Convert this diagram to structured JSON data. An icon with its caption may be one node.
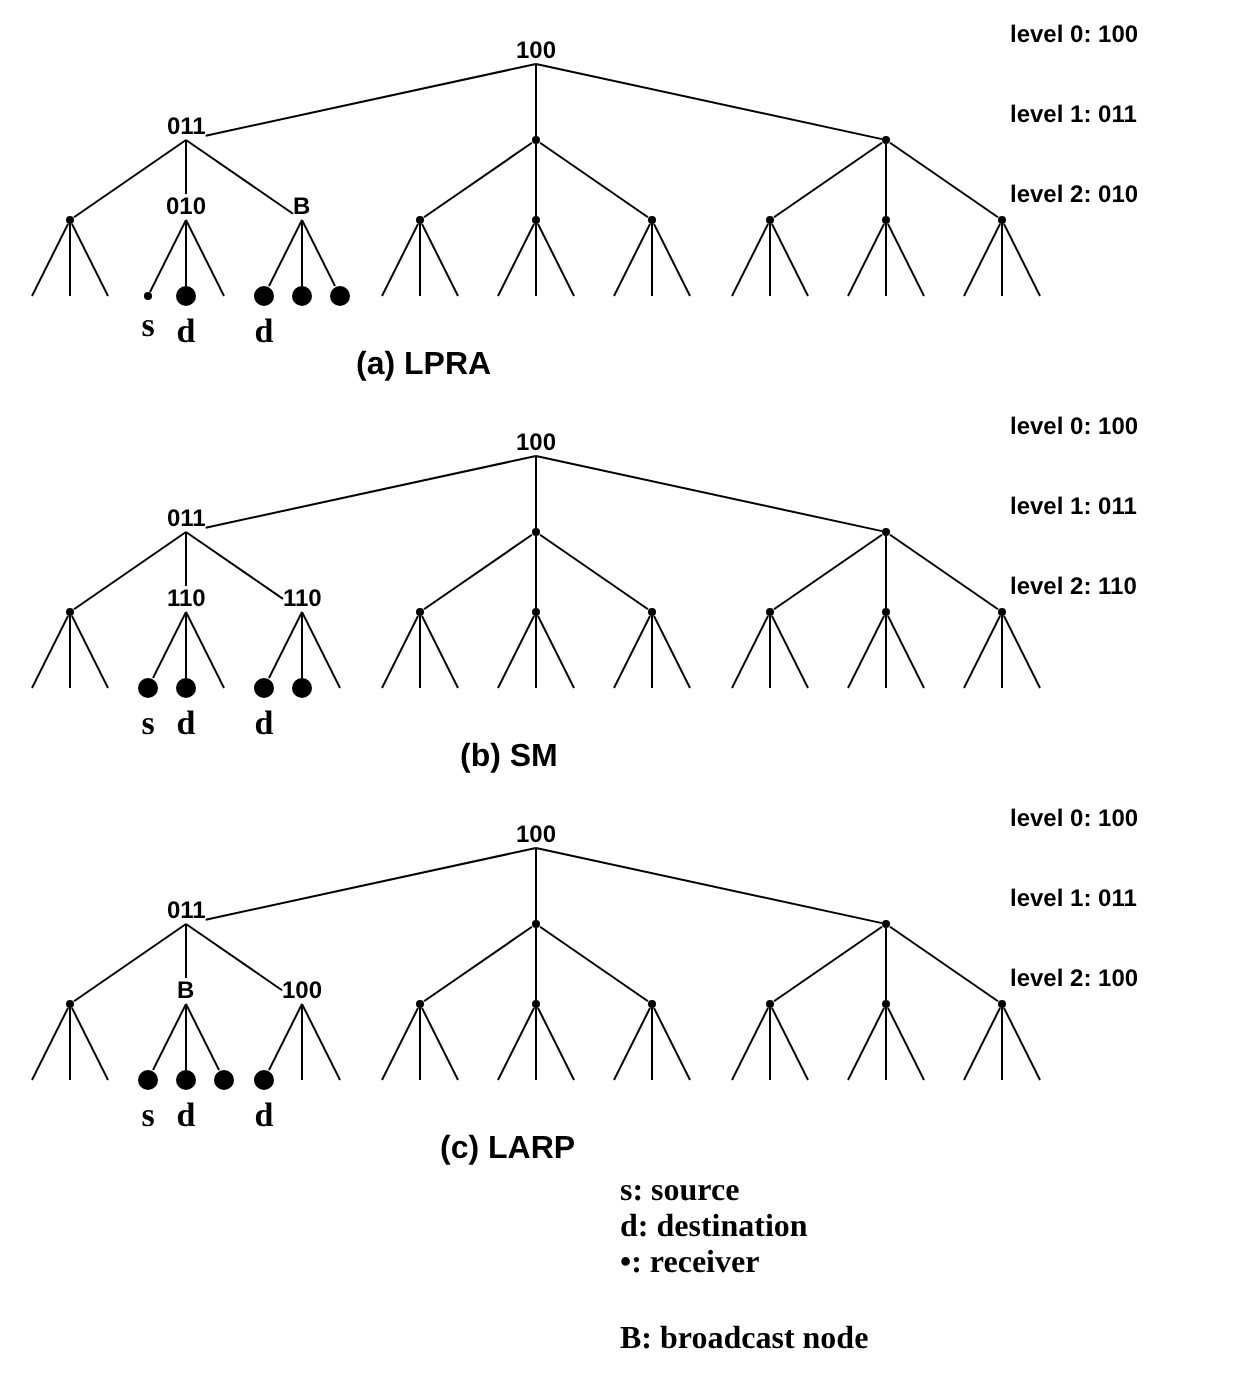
{
  "diagram": {
    "nodes": [
      {
        "text": [
          "100"
        ]
      },
      {
        "text": [
          "011"
        ]
      },
      {
        "text": [],
        "shape": "point"
      },
      {
        "text": [],
        "shape": "point"
      },
      {
        "text": [],
        "shape": "point"
      },
      {
        "text": [
          "010"
        ]
      },
      {
        "text": [
          "B"
        ]
      },
      {
        "text": [],
        "shape": "point"
      },
      {
        "text": [],
        "shape": "point"
      },
      {
        "text": [],
        "shape": "point"
      },
      {
        "text": [],
        "shape": "point"
      },
      {
        "text": [],
        "shape": "point"
      },
      {
        "text": [],
        "shape": "point"
      },
      {
        "text": [],
        "shape": "point",
        "beside": [
          "s"
        ]
      },
      {
        "text": [],
        "shape": "circle",
        "beside": [
          "d"
        ]
      },
      {
        "text": [],
        "shape": "circle",
        "beside": [
          "d"
        ]
      },
      {
        "text": [],
        "shape": "circle"
      },
      {
        "text": [],
        "shape": "circle"
      },
      {
        "text": [
          "100"
        ]
      },
      {
        "text": [
          "011"
        ]
      },
      {
        "text": [],
        "shape": "point"
      },
      {
        "text": [],
        "shape": "point"
      },
      {
        "text": [],
        "shape": "point"
      },
      {
        "text": [
          "110"
        ]
      },
      {
        "text": [
          "110"
        ]
      },
      {
        "text": [],
        "shape": "point"
      },
      {
        "text": [],
        "shape": "point"
      },
      {
        "text": [],
        "shape": "point"
      },
      {
        "text": [],
        "shape": "point"
      },
      {
        "text": [],
        "shape": "point"
      },
      {
        "text": [],
        "shape": "point"
      },
      {
        "text": [],
        "shape": "circle",
        "beside": [
          "s"
        ]
      },
      {
        "text": [],
        "shape": "circle",
        "beside": [
          "d"
        ]
      },
      {
        "text": [],
        "shape": "circle",
        "beside": [
          "d"
        ]
      },
      {
        "text": [],
        "shape": "circle"
      },
      {
        "text": [
          "100"
        ]
      },
      {
        "text": [
          "011"
        ]
      },
      {
        "text": [],
        "shape": "point"
      },
      {
        "text": [],
        "shape": "point"
      },
      {
        "text": [],
        "shape": "point"
      },
      {
        "text": [
          "B"
        ]
      },
      {
        "text": [
          "100"
        ]
      },
      {
        "text": [],
        "shape": "point"
      },
      {
        "text": [],
        "shape": "point"
      },
      {
        "text": [],
        "shape": "point"
      },
      {
        "text": [],
        "shape": "point"
      },
      {
        "text": [],
        "shape": "point"
      },
      {
        "text": [],
        "shape": "point"
      },
      {
        "text": [],
        "shape": "circle",
        "beside": [
          "s"
        ]
      },
      {
        "text": [],
        "shape": "circle",
        "beside": [
          "d"
        ]
      },
      {
        "text": [],
        "shape": "circle"
      },
      {
        "text": [],
        "shape": "circle",
        "beside": [
          "d"
        ]
      }
    ],
    "edges": [
      {
        "from": 0,
        "to": 1,
        "arrow": "none"
      },
      {
        "from": 0,
        "to": 2,
        "arrow": "none"
      },
      {
        "from": 0,
        "to": 3,
        "arrow": "none"
      },
      {
        "from": 1,
        "to": 4,
        "arrow": "none"
      },
      {
        "from": 1,
        "to": 5,
        "arrow": "none"
      },
      {
        "from": 1,
        "to": 6,
        "arrow": "none"
      },
      {
        "from": 2,
        "to": 7,
        "arrow": "none"
      },
      {
        "from": 2,
        "to": 8,
        "arrow": "none"
      },
      {
        "from": 2,
        "to": 9,
        "arrow": "none"
      },
      {
        "from": 3,
        "to": 10,
        "arrow": "none"
      },
      {
        "from": 3,
        "to": 11,
        "arrow": "none"
      },
      {
        "from": 3,
        "to": 12,
        "arrow": "none"
      },
      {
        "from": 4,
        "to": null,
        "arrow": "none"
      },
      {
        "from": 4,
        "to": null,
        "arrow": "none"
      },
      {
        "from": 4,
        "to": null,
        "arrow": "none"
      },
      {
        "from": 5,
        "to": 13,
        "arrow": "none"
      },
      {
        "from": 5,
        "to": 14,
        "arrow": "none"
      },
      {
        "from": 5,
        "to": null,
        "arrow": "none"
      },
      {
        "from": 6,
        "to": 15,
        "arrow": "none"
      },
      {
        "from": 6,
        "to": 16,
        "arrow": "none"
      },
      {
        "from": 6,
        "to": 17,
        "arrow": "none"
      },
      {
        "from": 7,
        "to": null,
        "arrow": "none"
      },
      {
        "from": 7,
        "to": null,
        "arrow": "none"
      },
      {
        "from": 7,
        "to": null,
        "arrow": "none"
      },
      {
        "from": 8,
        "to": null,
        "arrow": "none"
      },
      {
        "from": 8,
        "to": null,
        "arrow": "none"
      },
      {
        "from": 8,
        "to": null,
        "arrow": "none"
      },
      {
        "from": 9,
        "to": null,
        "arrow": "none"
      },
      {
        "from": 9,
        "to": null,
        "arrow": "none"
      },
      {
        "from": 9,
        "to": null,
        "arrow": "none"
      },
      {
        "from": 10,
        "to": null,
        "arrow": "none"
      },
      {
        "from": 10,
        "to": null,
        "arrow": "none"
      },
      {
        "from": 10,
        "to": null,
        "arrow": "none"
      },
      {
        "from": 11,
        "to": null,
        "arrow": "none"
      },
      {
        "from": 11,
        "to": null,
        "arrow": "none"
      },
      {
        "from": 11,
        "to": null,
        "arrow": "none"
      },
      {
        "from": 12,
        "to": null,
        "arrow": "none"
      },
      {
        "from": 12,
        "to": null,
        "arrow": "none"
      },
      {
        "from": 12,
        "to": null,
        "arrow": "none"
      },
      {
        "from": 18,
        "to": 19,
        "arrow": "none"
      },
      {
        "from": 18,
        "to": 20,
        "arrow": "none"
      },
      {
        "from": 18,
        "to": 21,
        "arrow": "none"
      },
      {
        "from": 19,
        "to": 22,
        "arrow": "none"
      },
      {
        "from": 19,
        "to": 23,
        "arrow": "none"
      },
      {
        "from": 19,
        "to": 24,
        "arrow": "none"
      },
      {
        "from": 20,
        "to": 25,
        "arrow": "none"
      },
      {
        "from": 20,
        "to": 26,
        "arrow": "none"
      },
      {
        "from": 20,
        "to": 27,
        "arrow": "none"
      },
      {
        "from": 21,
        "to": 28,
        "arrow": "none"
      },
      {
        "from": 21,
        "to": 29,
        "arrow": "none"
      },
      {
        "from": 21,
        "to": 30,
        "arrow": "none"
      },
      {
        "from": 22,
        "to": null,
        "arrow": "none"
      },
      {
        "from": 22,
        "to": null,
        "arrow": "none"
      },
      {
        "from": 22,
        "to": null,
        "arrow": "none"
      },
      {
        "from": 23,
        "to": 31,
        "arrow": "none"
      },
      {
        "from": 23,
        "to": 32,
        "arrow": "none"
      },
      {
        "from": 23,
        "to": null,
        "arrow": "none"
      },
      {
        "from": 24,
        "to": 33,
        "arrow": "none"
      },
      {
        "from": 24,
        "to": 34,
        "arrow": "none"
      },
      {
        "from": 24,
        "to": null,
        "arrow": "none"
      },
      {
        "from": 25,
        "to": null,
        "arrow": "none"
      },
      {
        "from": 25,
        "to": null,
        "arrow": "none"
      },
      {
        "from": 25,
        "to": null,
        "arrow": "none"
      },
      {
        "from": 26,
        "to": null,
        "arrow": "none"
      },
      {
        "from": 26,
        "to": null,
        "arrow": "none"
      },
      {
        "from": 26,
        "to": null,
        "arrow": "none"
      },
      {
        "from": 27,
        "to": null,
        "arrow": "none"
      },
      {
        "from": 27,
        "to": null,
        "arrow": "none"
      },
      {
        "from": 27,
        "to": null,
        "arrow": "none"
      },
      {
        "from": 28,
        "to": null,
        "arrow": "none"
      },
      {
        "from": 28,
        "to": null,
        "arrow": "none"
      },
      {
        "from": 28,
        "to": null,
        "arrow": "none"
      },
      {
        "from": 29,
        "to": null,
        "arrow": "none"
      },
      {
        "from": 29,
        "to": null,
        "arrow": "none"
      },
      {
        "from": 29,
        "to": null,
        "arrow": "none"
      },
      {
        "from": 30,
        "to": null,
        "arrow": "none"
      },
      {
        "from": 30,
        "to": null,
        "arrow": "none"
      },
      {
        "from": 30,
        "to": null,
        "arrow": "none"
      },
      {
        "from": 35,
        "to": 36,
        "arrow": "none"
      },
      {
        "from": 35,
        "to": 37,
        "arrow": "none"
      },
      {
        "from": 35,
        "to": 38,
        "arrow": "none"
      },
      {
        "from": 36,
        "to": 39,
        "arrow": "none"
      },
      {
        "from": 36,
        "to": 40,
        "arrow": "none"
      },
      {
        "from": 36,
        "to": 41,
        "arrow": "none"
      },
      {
        "from": 37,
        "to": 42,
        "arrow": "none"
      },
      {
        "from": 37,
        "to": 43,
        "arrow": "none"
      },
      {
        "from": 37,
        "to": 44,
        "arrow": "none"
      },
      {
        "from": 38,
        "to": 45,
        "arrow": "none"
      },
      {
        "from": 38,
        "to": 46,
        "arrow": "none"
      },
      {
        "from": 38,
        "to": 47,
        "arrow": "none"
      },
      {
        "from": 39,
        "to": null,
        "arrow": "none"
      },
      {
        "from": 39,
        "to": null,
        "arrow": "none"
      },
      {
        "from": 39,
        "to": null,
        "arrow": "none"
      },
      {
        "from": 40,
        "to": 48,
        "arrow": "none"
      },
      {
        "from": 40,
        "to": 49,
        "arrow": "none"
      },
      {
        "from": 40,
        "to": 50,
        "arrow": "none"
      },
      {
        "from": 41,
        "to": 51,
        "arrow": "none"
      },
      {
        "from": 41,
        "to": null,
        "arrow": "none"
      },
      {
        "from": 41,
        "to": null,
        "arrow": "none"
      },
      {
        "from": 42,
        "to": null,
        "arrow": "none"
      },
      {
        "from": 42,
        "to": null,
        "arrow": "none"
      },
      {
        "from": 42,
        "to": null,
        "arrow": "none"
      },
      {
        "from": 43,
        "to": null,
        "arrow": "none"
      },
      {
        "from": 43,
        "to": null,
        "arrow": "none"
      },
      {
        "from": 43,
        "to": null,
        "arrow": "none"
      },
      {
        "from": 44,
        "to": null,
        "arrow": "none"
      },
      {
        "from": 44,
        "to": null,
        "arrow": "none"
      },
      {
        "from": 44,
        "to": null,
        "arrow": "none"
      },
      {
        "from": 45,
        "to": null,
        "arrow": "none"
      },
      {
        "from": 45,
        "to": null,
        "arrow": "none"
      },
      {
        "from": 45,
        "to": null,
        "arrow": "none"
      },
      {
        "from": 46,
        "to": null,
        "arrow": "none"
      },
      {
        "from": 46,
        "to": null,
        "arrow": "none"
      },
      {
        "from": 46,
        "to": null,
        "arrow": "none"
      },
      {
        "from": 47,
        "to": null,
        "arrow": "none"
      },
      {
        "from": 47,
        "to": null,
        "arrow": "none"
      },
      {
        "from": 47,
        "to": null,
        "arrow": "none"
      }
    ],
    "labels": [
      "level 0: 100",
      "level 1: 011",
      "level 2: 010",
      "(a)  LPRA",
      "level 0: 100",
      "level 1: 011",
      "level 2: 110",
      "(b)  SM",
      "level 0: 100",
      "level 1: 011",
      "level 2: 100",
      "(c) LARP",
      "s: source",
      "d: destination",
      "•: receiver",
      "B: broadcast node"
    ]
  }
}
